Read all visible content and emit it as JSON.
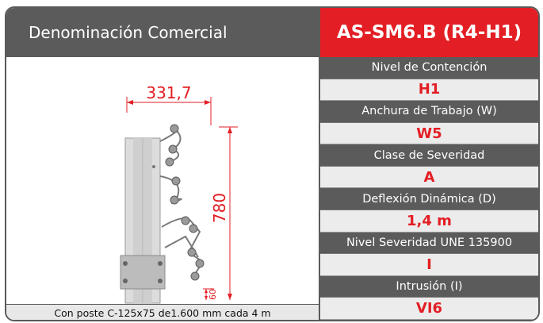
{
  "header": {
    "left_title": "Denominación Comercial",
    "product_name": "AS-SM6.B (R4-H1)"
  },
  "figure": {
    "width_dim": "331,7",
    "height_dim": "780",
    "post_dim": "60",
    "caption": "Con poste C-125x75 de1.600 mm cada 4 m"
  },
  "properties": [
    {
      "label": "Nivel de Contención",
      "value": "H1"
    },
    {
      "label": "Anchura de Trabajo (W)",
      "value": "W5"
    },
    {
      "label": "Clase de Severidad",
      "value": "A"
    },
    {
      "label": "Deflexión Dinámica (D)",
      "value": "1,4 m"
    },
    {
      "label": "Nivel Severidad UNE 135900",
      "value": "I"
    },
    {
      "label": "Intrusión (I)",
      "value": "VI6"
    }
  ],
  "colors": {
    "accent": "#e31e24",
    "dark": "#5b5b5b"
  }
}
